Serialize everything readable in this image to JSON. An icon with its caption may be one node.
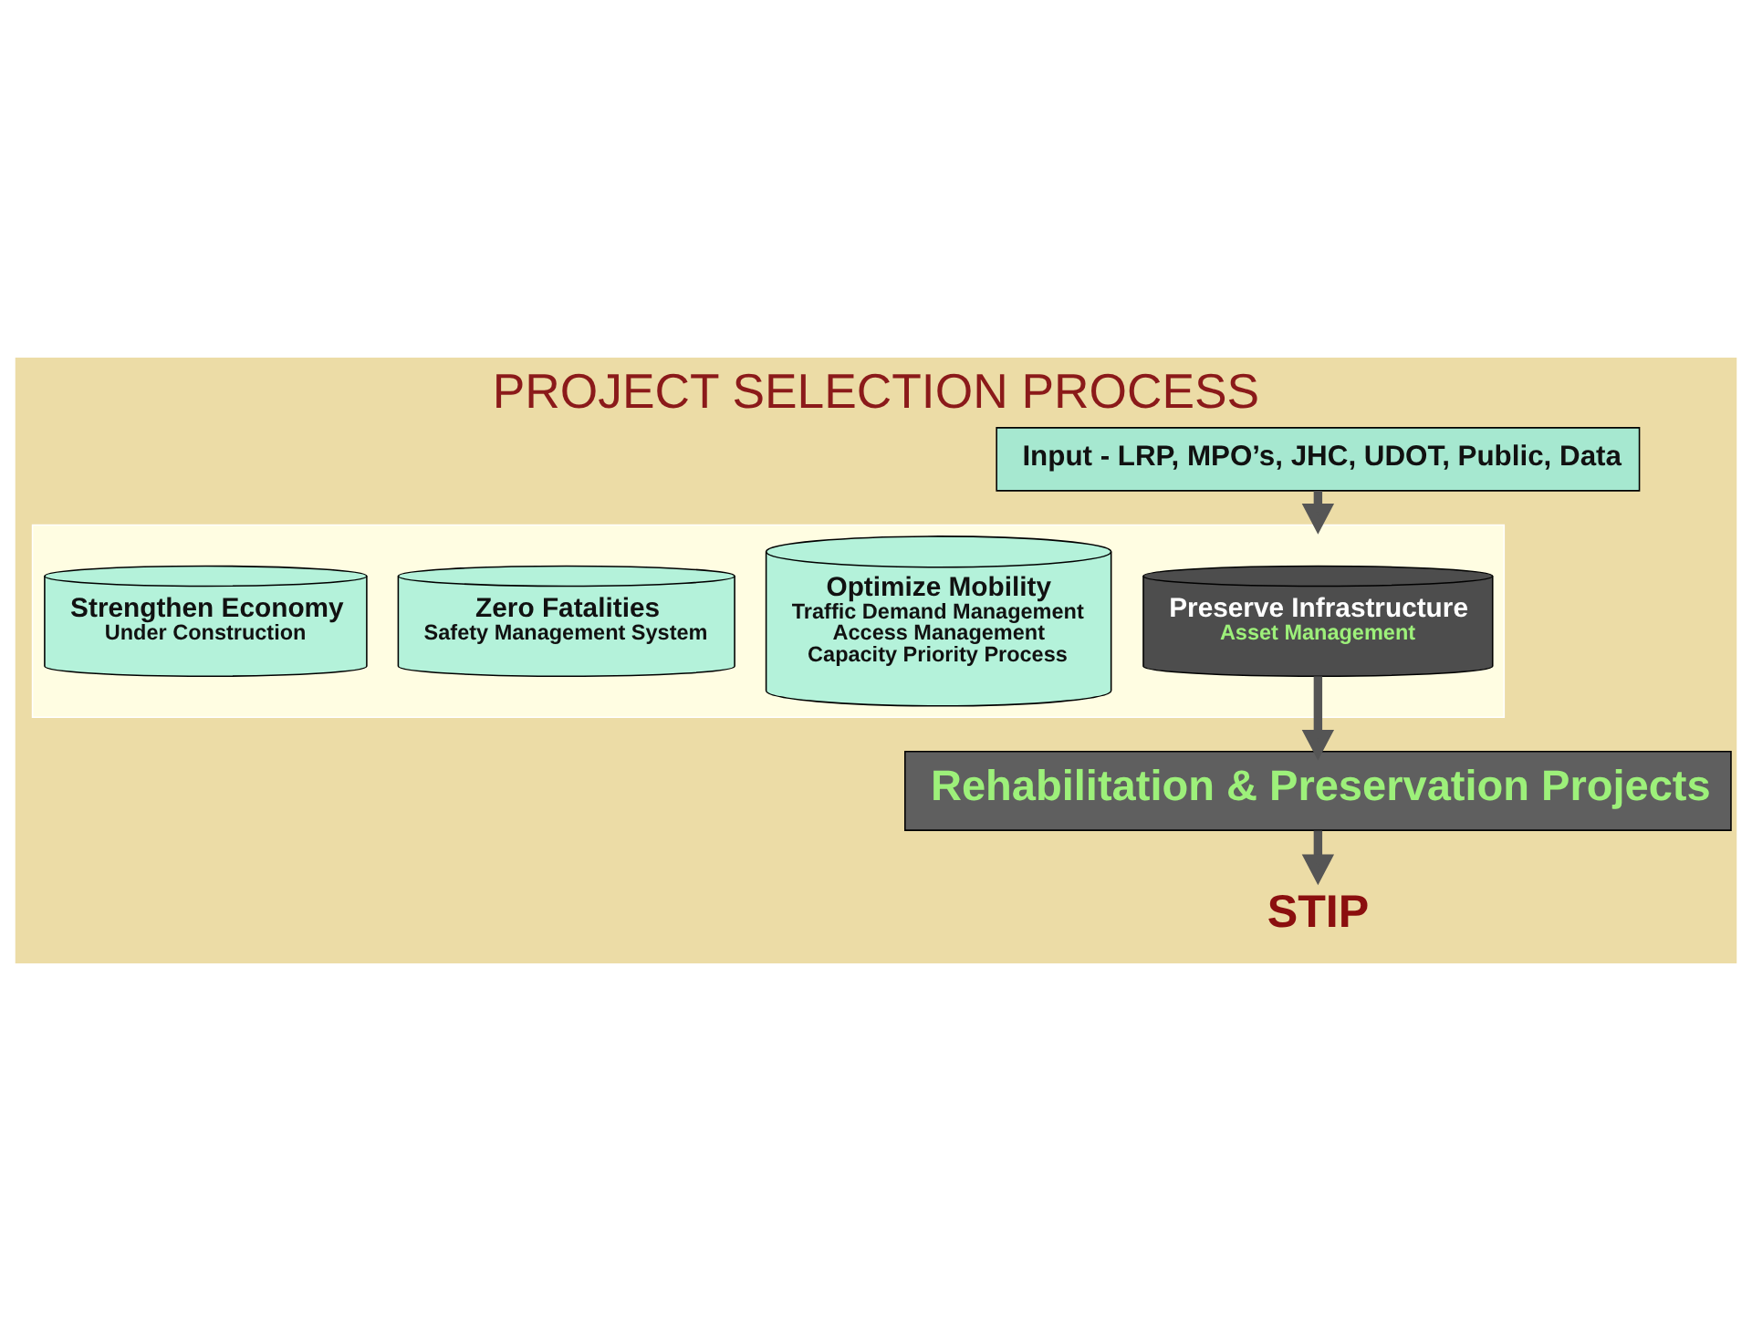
{
  "diagram": {
    "title": "PROJECT SELECTION PROCESS",
    "nodes": [
      {
        "text": [
          "Input - LRP, MPO’s, JHC, UDOT, Public, Data"
        ]
      },
      {
        "text": [],
        "shape": "box"
      },
      {
        "text": [
          "Preserve Infrastructure",
          "Asset Management"
        ],
        "in": 1
      },
      {
        "text": [
          "Optimize Mobility",
          "Traffic Demand Management",
          "Access Management",
          "Capacity Priority Process"
        ],
        "in": 1
      },
      {
        "text": [
          "Zero Fatalities",
          "Safety Management System"
        ],
        "in": 1
      },
      {
        "text": [
          "Strengthen Economy",
          "Under Construction"
        ],
        "in": 1
      },
      {
        "text": [
          "Rehabilitation & Preservation Projects"
        ]
      },
      {
        "text": [
          "STIP"
        ]
      }
    ],
    "edges": [
      {
        "from": 0,
        "to": 1,
        "arrow": "to"
      },
      {
        "from": 2,
        "to": 6,
        "arrow": "to"
      },
      {
        "from": 6,
        "to": 7,
        "arrow": "to"
      }
    ]
  }
}
